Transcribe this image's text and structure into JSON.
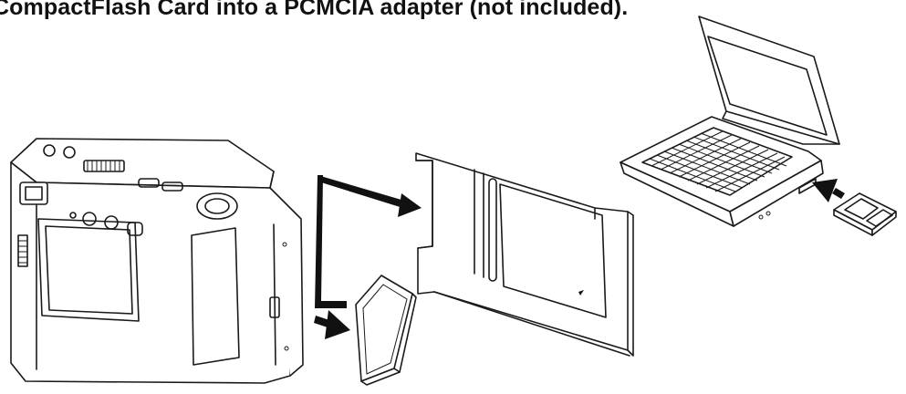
{
  "caption": {
    "text": "CompactFlash Card into a PCMCIA adapter (not included)."
  },
  "figure": {
    "items": [
      "camera",
      "compactflash-card",
      "pcmcia-adapter",
      "laptop"
    ],
    "arrows": [
      "card-out-of-camera",
      "card-into-adapter",
      "adapter-into-laptop"
    ],
    "colors": {
      "line": "#1a1a1a",
      "background": "#ffffff"
    }
  }
}
